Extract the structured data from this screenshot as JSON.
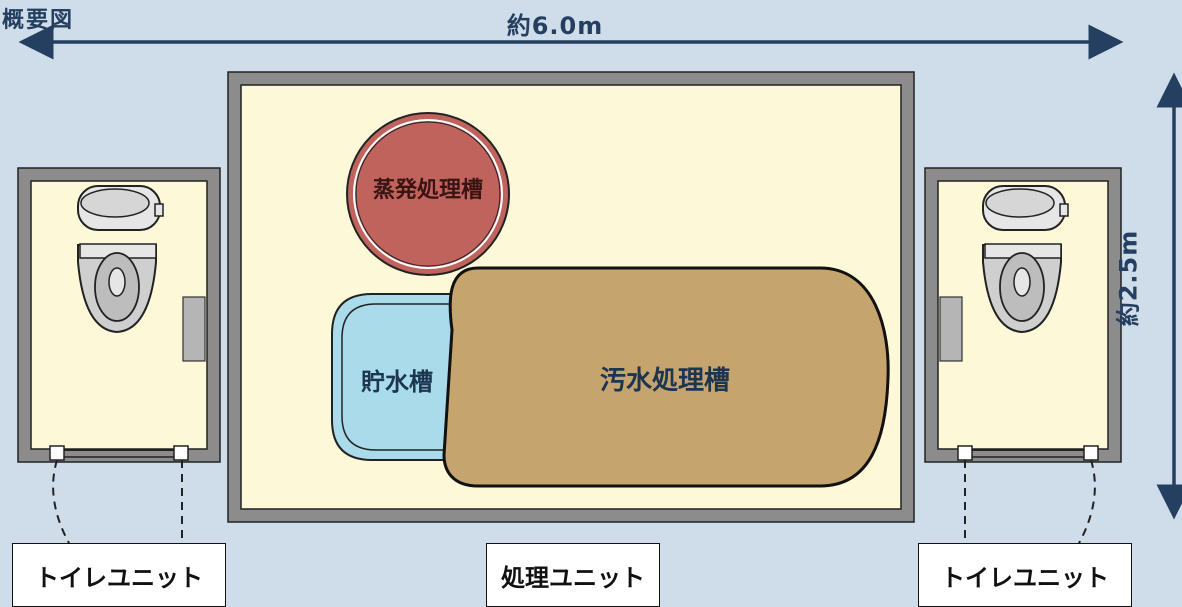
{
  "title": "概要図",
  "dimensions": {
    "width_label": "約6.0m",
    "height_label": "約2.5m"
  },
  "units": {
    "left_toilet": "トイレユニット",
    "treatment": "処理ユニット",
    "right_toilet": "トイレユニット"
  },
  "tanks": {
    "evaporation": "蒸発処理槽",
    "water_storage": "貯水槽",
    "sewage": "汚水処理槽"
  },
  "colors": {
    "background": "#cfdcea",
    "accent_navy": "#243f60",
    "floor": "#fdf8d8",
    "wall": "#8c8c8c",
    "evaporation_tank": "#c0635d",
    "storage_tank": "#a9dbea",
    "sewage_tank": "#c6a46e"
  }
}
